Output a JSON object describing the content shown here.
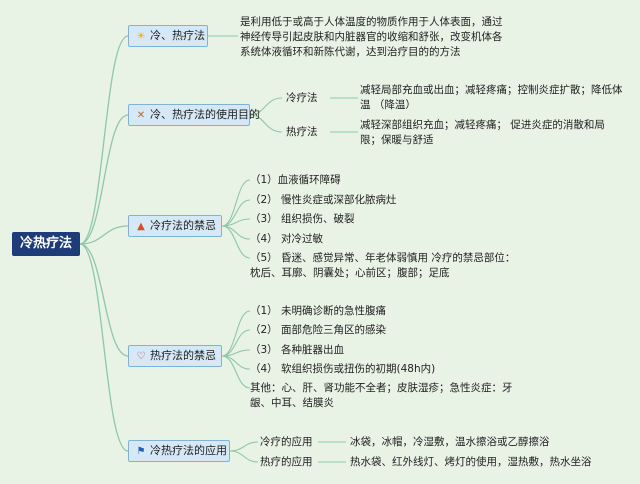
{
  "root": {
    "label": "冷热疗法"
  },
  "branches": [
    {
      "label": "冷、热疗法",
      "icon": "☀",
      "icon_name": "sun-icon",
      "desc": [
        "是利用低于或高于人体温度的物质作用于人体表面，通过",
        "神经传导引起皮肤和内脏器官的收缩和舒张，改变机体各",
        "系统体液循环和新陈代谢，达到治疗目的的方法"
      ]
    },
    {
      "label": "冷、热疗法的使用目的",
      "icon": "✕",
      "icon_name": "tools-icon",
      "subs": [
        {
          "label": "冷疗法",
          "lines": [
            "减轻局部充血或出血；减轻疼痛；控制炎症扩散；降低体",
            "温 （降温）"
          ]
        },
        {
          "label": "热疗法",
          "lines": [
            "减轻深部组织充血；减轻疼痛； 促进炎症的消散和局",
            "限；保暖与舒适"
          ]
        }
      ]
    },
    {
      "label": "冷疗法的禁忌",
      "icon": "▲",
      "icon_name": "fire-icon",
      "items": [
        [
          "（1）血液循环障碍"
        ],
        [
          "（2） 慢性炎症或深部化脓病灶"
        ],
        [
          "（3） 组织损伤、破裂"
        ],
        [
          "（4） 对冷过敏"
        ],
        [
          "（5） 昏迷、感觉异常、年老体弱慎用 冷疗的禁忌部位：",
          "枕后、耳廓、阴囊处；心前区；腹部；足底"
        ]
      ]
    },
    {
      "label": "热疗法的禁忌",
      "icon": "♡",
      "icon_name": "heart-icon",
      "items": [
        [
          "（1） 未明确诊断的急性腹痛"
        ],
        [
          "（2） 面部危险三角区的感染"
        ],
        [
          "（3） 各种脏器出血"
        ],
        [
          "（4） 软组织损伤或扭伤的初期(48h内)"
        ],
        [
          "其他：心、肝、肾功能不全者；皮肤湿疹；急性炎症：牙",
          "龈、中耳、结膜炎"
        ]
      ]
    },
    {
      "label": "冷热疗法的应用",
      "icon": "⚑",
      "icon_name": "flag-icon",
      "subs": [
        {
          "label": "冷疗的应用",
          "lines": [
            "冰袋，冰帽，冷湿敷，温水擦浴或乙醇擦浴"
          ]
        },
        {
          "label": "热疗的应用",
          "lines": [
            "热水袋、红外线灯、烤灯的使用，湿热敷，热水坐浴"
          ]
        }
      ]
    }
  ],
  "colors": {
    "background": "#e9f3e5",
    "root_fill": "#1e3c78",
    "node_fill": "#d6e8f6",
    "node_border": "#7fb2d8",
    "line": "#8fc7a8"
  }
}
